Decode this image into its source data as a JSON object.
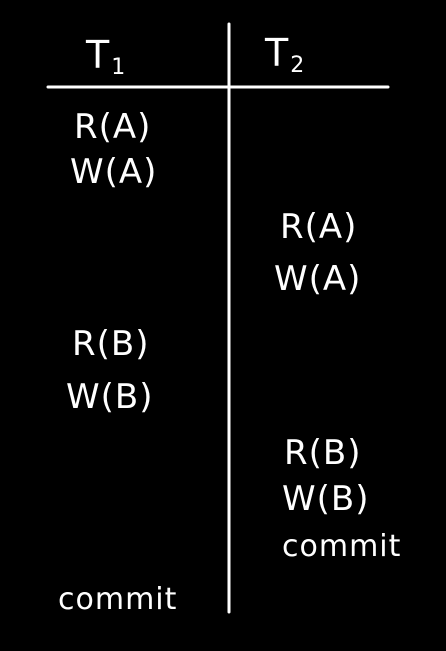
{
  "header": {
    "t1": {
      "base": "T",
      "sub": "1"
    },
    "t2": {
      "base": "T",
      "sub": "2"
    }
  },
  "schedule": {
    "t1": {
      "op1": "R(A)",
      "op2": "W(A)",
      "op3": "R(B)",
      "op4": "W(B)",
      "op5": "commit"
    },
    "t2": {
      "op1": "R(A)",
      "op2": "W(A)",
      "op3": "R(B)",
      "op4": "W(B)",
      "op5": "commit"
    }
  },
  "colors": {
    "background": "#000000",
    "ink": "#ffffff"
  }
}
